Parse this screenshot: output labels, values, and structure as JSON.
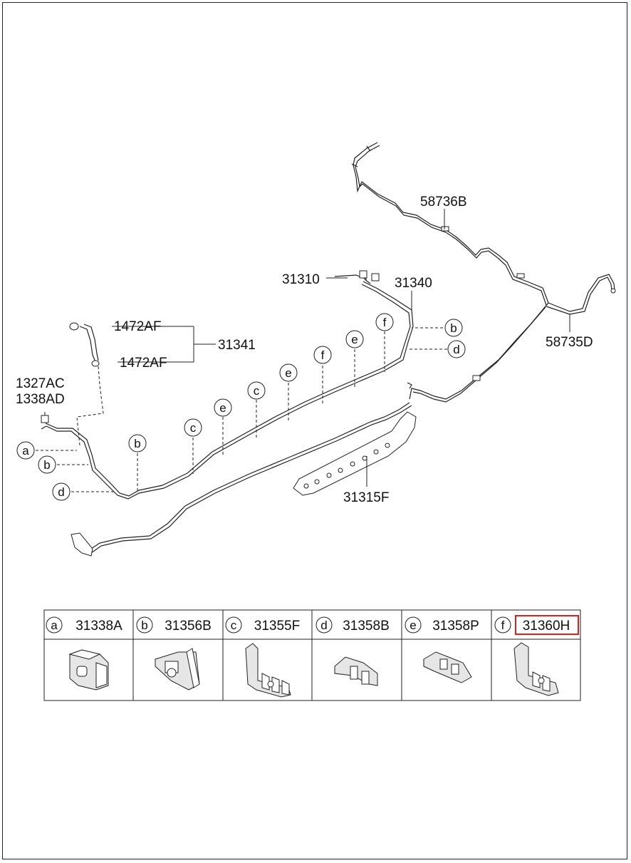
{
  "callouts": {
    "part_58736B": "58736B",
    "part_58735D": "58735D",
    "part_31310": "31310",
    "part_31340": "31340",
    "part_1472AF_top": "1472AF",
    "part_1472AF_bottom": "1472AF",
    "part_31341": "31341",
    "part_1327AC": "1327AC",
    "part_1338AD": "1338AD",
    "part_31315F": "31315F"
  },
  "clip_markers": [
    "a",
    "b",
    "c",
    "d",
    "e",
    "f"
  ],
  "parts_table": [
    {
      "letter": "a",
      "code": "31338A",
      "highlighted": false
    },
    {
      "letter": "b",
      "code": "31356B",
      "highlighted": false
    },
    {
      "letter": "c",
      "code": "31355F",
      "highlighted": false
    },
    {
      "letter": "d",
      "code": "31358B",
      "highlighted": false
    },
    {
      "letter": "e",
      "code": "31358P",
      "highlighted": false
    },
    {
      "letter": "f",
      "code": "31360H",
      "highlighted": true
    }
  ],
  "colors": {
    "highlight": "#e0201c",
    "line": "#222222"
  }
}
